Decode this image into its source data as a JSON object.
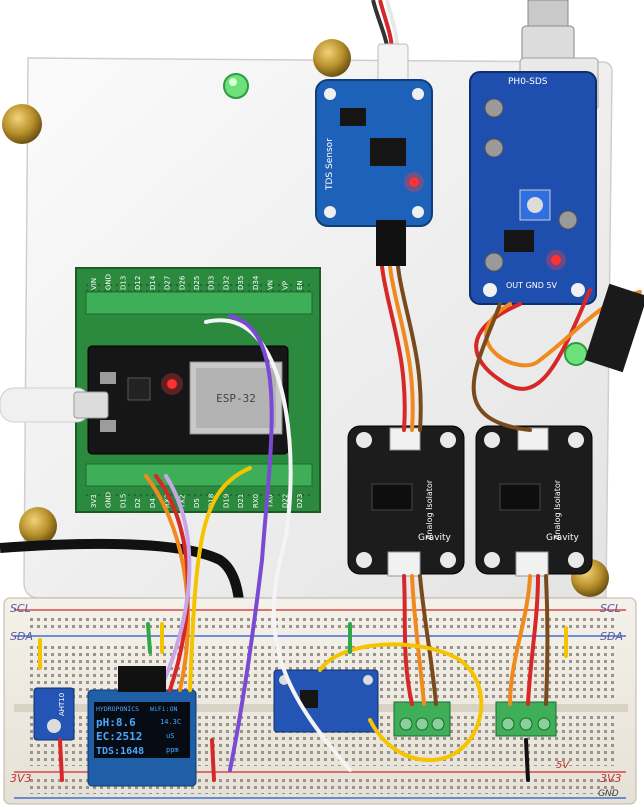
{
  "board": {
    "chip_label": "ESP-32",
    "pcb_header_top": [
      "VIN",
      "GND",
      "D13",
      "D12",
      "D14",
      "D27",
      "D26",
      "D25",
      "D33",
      "D32",
      "D35",
      "D34",
      "VN",
      "VP",
      "EN"
    ],
    "pcb_header_bottom": [
      "3V3",
      "GND",
      "D15",
      "D2",
      "D4",
      "RX2",
      "TX2",
      "D5",
      "D18",
      "D19",
      "D21",
      "RX0",
      "TX0",
      "D22",
      "D23"
    ]
  },
  "sensors": {
    "tds_label": "TDS Sensor",
    "ph_board_label": "PH0-SDS",
    "ph_board_pins": "OUT GND 5V",
    "isolator_label": "Analog Isolator",
    "isolator_brand": "Gravity"
  },
  "breadboard": {
    "rail_left_scl": "SCL",
    "rail_left_sda": "SDA",
    "rail_right_scl": "SCL",
    "rail_right_sda": "SDA",
    "rail_bottom_left": "3V3",
    "rail_bottom_right": "3V3",
    "rail_bottom_gnd": "GND",
    "rail_bottom_5v": "5V",
    "temp_module": "AHT10"
  },
  "oled": {
    "title_left": "HYDROPONICS",
    "title_right": "WiFi:ON",
    "line1_label": "pH:8.6",
    "line1_temp": "14.3C",
    "line2_label": "EC:2512",
    "line2_unit": "uS",
    "line3_label": "TDS:1648",
    "line3_unit": "ppm"
  },
  "colors": {
    "plate": "#f2f2f2",
    "pcb_green": "#2b8a3e",
    "terminal_green": "#3fae59",
    "ph_board_blue": "#1e4fae",
    "tds_board_blue": "#1d62b8",
    "isolator_black": "#1c1c1c",
    "brass": "#b8902a",
    "oled_text": "#4aa8ff"
  }
}
